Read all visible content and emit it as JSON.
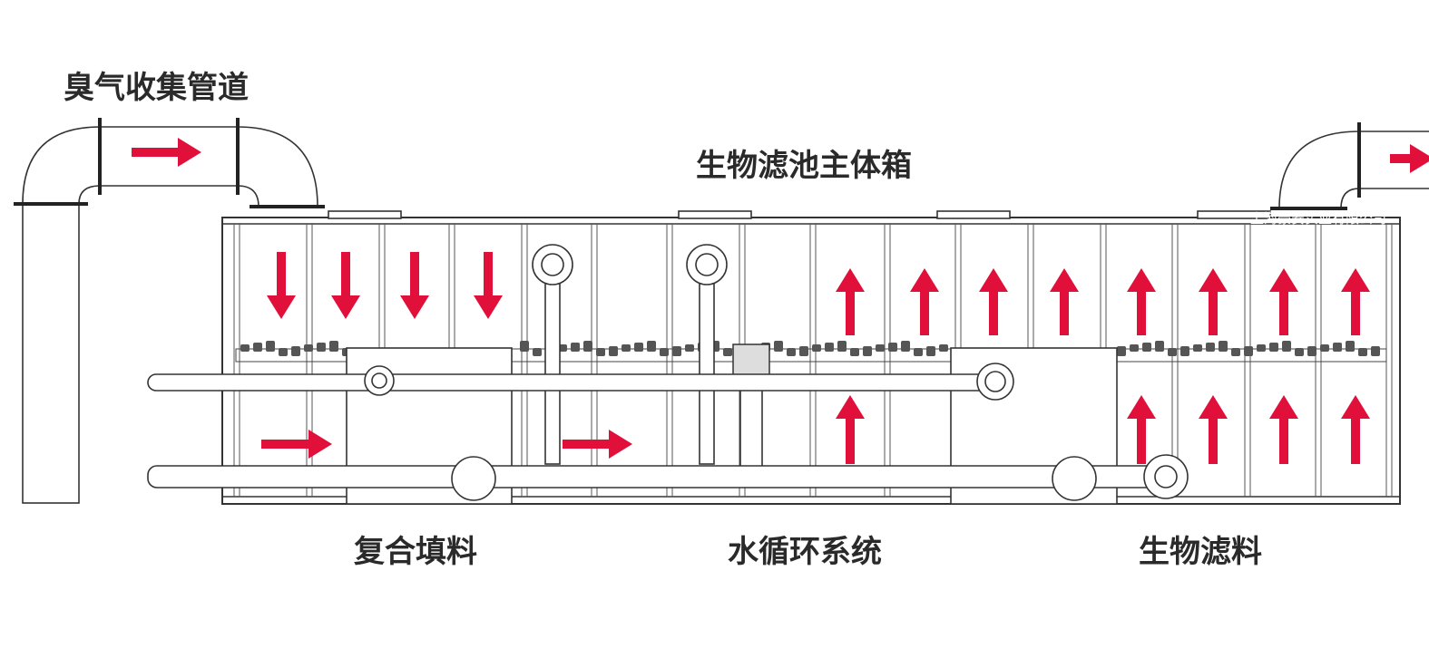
{
  "labels": {
    "duct": "臭气收集管道",
    "main_box": "生物滤池主体箱",
    "composite_packing": "复合填料",
    "water_system": "水循环系统",
    "bio_media": "生物滤料"
  },
  "watermark": "上海豪安实业有限公司",
  "colors": {
    "arrow": "#e0103a",
    "line": "#333333",
    "background": "#ffffff"
  }
}
